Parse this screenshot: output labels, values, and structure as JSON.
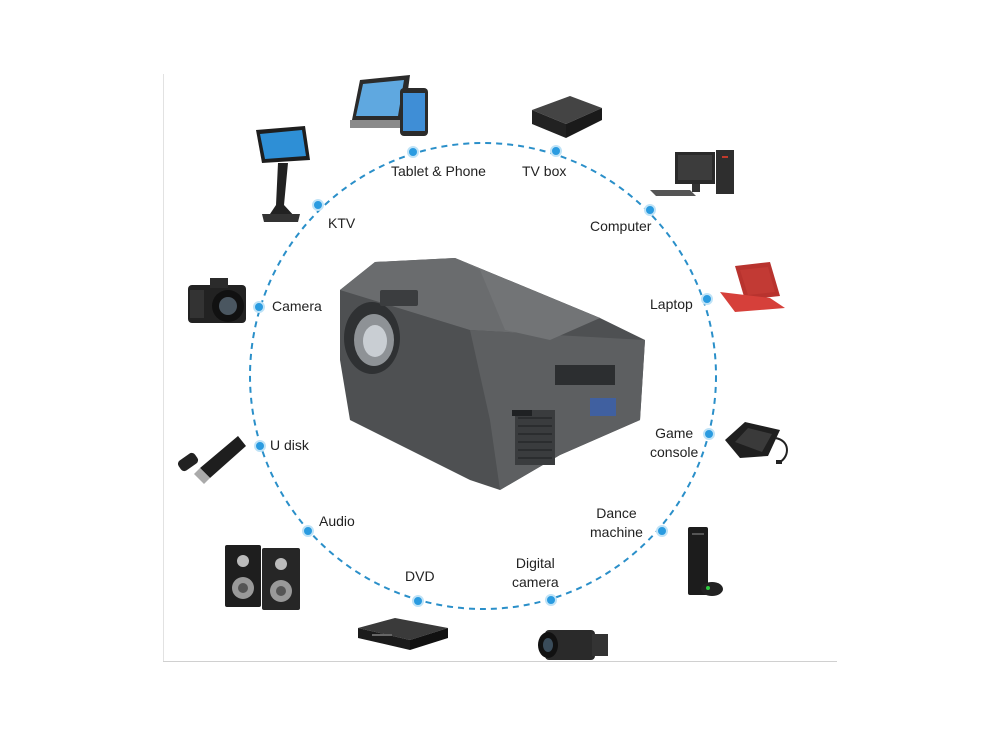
{
  "colors": {
    "circle": "#2a8fc9",
    "node": "#2a9be0",
    "text": "#222222",
    "projector_body": "#5a5c5e"
  },
  "labels": {
    "tablet_phone": "Tablet & Phone",
    "tv_box": "TV box",
    "computer": "Computer",
    "laptop": "Laptop",
    "game_console": "Game\nconsole",
    "dance_machine": "Dance\nmachine",
    "digital_camera": "Digital\ncamera",
    "dvd": "DVD",
    "audio": "Audio",
    "u_disk": "U disk",
    "camera": "Camera",
    "ktv": "KTV"
  },
  "icons": [
    "tablet-phone-icon",
    "tv-box-icon",
    "computer-icon",
    "laptop-icon",
    "game-console-icon",
    "dance-machine-icon",
    "digital-camera-icon",
    "dvd-player-icon",
    "speakers-icon",
    "usb-drive-icon",
    "camera-icon",
    "ktv-kiosk-icon",
    "projector-image"
  ]
}
